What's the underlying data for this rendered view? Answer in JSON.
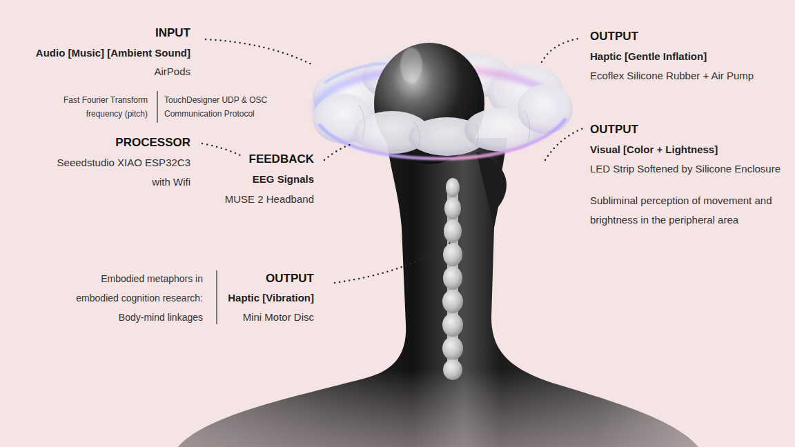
{
  "diagram": {
    "labels": [
      "INPUT",
      "Audio [Music] [Ambient Sound]",
      "AirPods",
      "Fast Fourier Transform frequency (pitch)",
      "TouchDesigner UDP & OSC Communication Protocol",
      "PROCESSOR",
      "Seeedstudio XIAO ESP32C3 with Wifi",
      "FEEDBACK",
      "EEG Signals",
      "MUSE 2 Headband",
      "OUTPUT",
      "Haptic [Gentle Inflation]",
      "Ecoflex Silicone Rubber + Air Pump",
      "OUTPUT",
      "Visual [Color + Lightness]",
      "LED Strip Softened by Silicone Enclosure",
      "Subliminal perception of movement and brightness in the peripheral area",
      "Embodied metaphors in embodied cognition research: Body-mind linkages",
      "OUTPUT",
      "Haptic [Vibration]",
      "Mini Motor Disc"
    ]
  }
}
